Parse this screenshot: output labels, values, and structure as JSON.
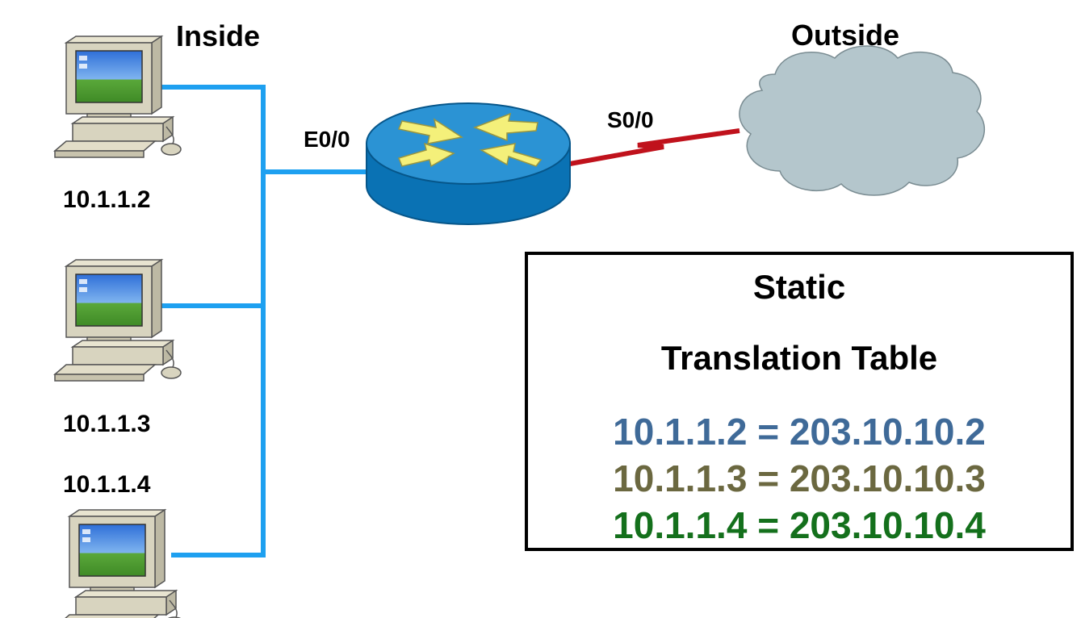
{
  "labels": {
    "inside": "Inside",
    "outside": "Outside",
    "router_inside_port": "E0/0",
    "router_outside_port": "S0/0"
  },
  "hosts": [
    {
      "ip": "10.1.1.2"
    },
    {
      "ip": "10.1.1.3"
    },
    {
      "ip": "10.1.1.4"
    }
  ],
  "table": {
    "title_line1": "Static",
    "title_line2": "Translation Table",
    "mappings": [
      {
        "text": "10.1.1.2 = 203.10.10.2",
        "color": "#3f6a98"
      },
      {
        "text": "10.1.1.3 = 203.10.10.3",
        "color": "#6b6840"
      },
      {
        "text": "10.1.1.4 = 203.10.10.4",
        "color": "#14701c"
      }
    ]
  },
  "colors": {
    "lan_link": "#1ea0f0",
    "wan_link": "#c0121c",
    "router_body": "#0a72b4",
    "router_top": "#2b93d4",
    "router_arrows": "#f4f07a",
    "cloud": "#b4c6cc"
  },
  "icons": [
    "pc-icon",
    "router-icon",
    "cloud-icon",
    "serial-link-icon"
  ]
}
